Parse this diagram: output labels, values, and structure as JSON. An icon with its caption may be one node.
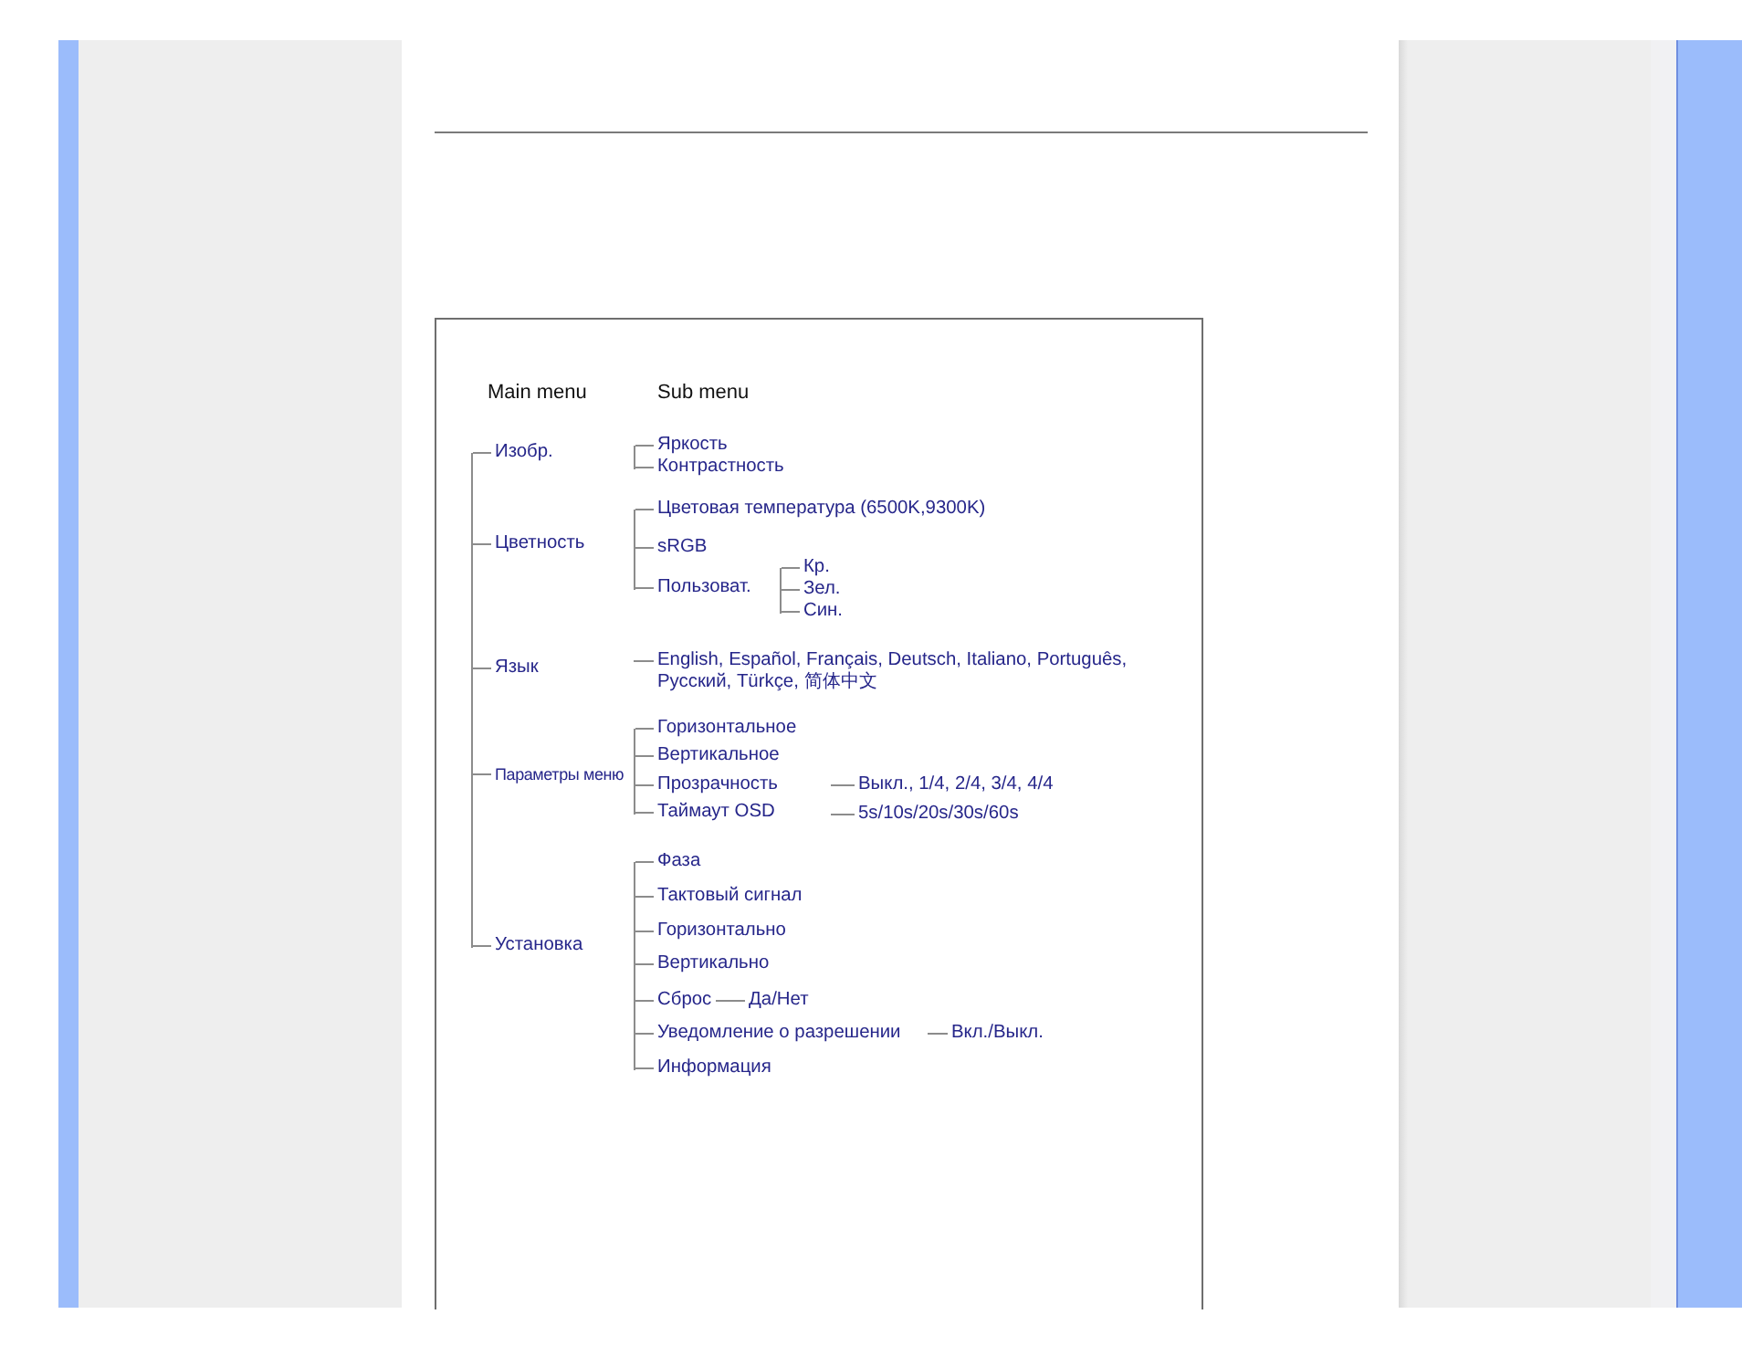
{
  "diagram": {
    "nodes": [
      {
        "text": [
          "Изобр."
        ]
      },
      {
        "text": [
          "Яркость"
        ]
      },
      {
        "text": [
          "Контрастность"
        ]
      },
      {
        "text": [
          "Цветность"
        ]
      },
      {
        "text": [
          "Цветовая температура (6500K,9300K)"
        ]
      },
      {
        "text": [
          "sRGB"
        ]
      },
      {
        "text": [
          "Пользоват."
        ]
      },
      {
        "text": [
          "Кр."
        ]
      },
      {
        "text": [
          "Зел."
        ]
      },
      {
        "text": [
          "Син."
        ]
      },
      {
        "text": [
          "Язык"
        ]
      },
      {
        "text": [
          "English, Español, Français, Deutsch, Italiano, Português, Русский, Türkçe, 简体中文"
        ]
      },
      {
        "text": [
          "Параметры меню"
        ]
      },
      {
        "text": [
          "Горизонтальное"
        ]
      },
      {
        "text": [
          "Вертикальное"
        ]
      },
      {
        "text": [
          "Прозрачность"
        ]
      },
      {
        "text": [
          "Выкл., 1/4, 2/4, 3/4, 4/4"
        ]
      },
      {
        "text": [
          "Таймаут OSD"
        ]
      },
      {
        "text": [
          "5s/10s/20s/30s/60s"
        ]
      },
      {
        "text": [
          "Установка"
        ]
      },
      {
        "text": [
          "Фаза"
        ]
      },
      {
        "text": [
          "Тактовый сигнал"
        ]
      },
      {
        "text": [
          "Горизонтально"
        ]
      },
      {
        "text": [
          "Вертикально"
        ]
      },
      {
        "text": [
          "Сброс"
        ]
      },
      {
        "text": [
          "Да/Нет"
        ]
      },
      {
        "text": [
          "Уведомление о разрешении"
        ]
      },
      {
        "text": [
          "Вкл./Выкл."
        ]
      },
      {
        "text": [
          "Информация"
        ]
      },
      {
        "text": [],
        "shape": "bar"
      },
      {
        "text": [],
        "shape": "bar"
      },
      {
        "text": [],
        "shape": "bar"
      },
      {
        "text": [],
        "shape": "bar"
      },
      {
        "text": [],
        "shape": "bar"
      },
      {
        "text": [],
        "shape": "bar"
      }
    ],
    "edges": [
      {
        "from": 29,
        "to": 0,
        "arrow": "none"
      },
      {
        "from": 30,
        "to": 1,
        "arrow": "none"
      },
      {
        "from": 30,
        "to": 2,
        "arrow": "none"
      },
      {
        "from": 29,
        "to": 3,
        "arrow": "none"
      },
      {
        "from": 31,
        "to": 4,
        "arrow": "none"
      },
      {
        "from": 31,
        "to": 5,
        "arrow": "none"
      },
      {
        "from": 31,
        "to": 6,
        "arrow": "none"
      },
      {
        "from": 32,
        "to": 7,
        "arrow": "none"
      },
      {
        "from": 32,
        "to": 8,
        "arrow": "none"
      },
      {
        "from": 32,
        "to": 9,
        "arrow": "none"
      },
      {
        "from": 29,
        "to": 10,
        "arrow": "none"
      },
      {
        "from": null,
        "to": 11,
        "arrow": "none"
      },
      {
        "from": 29,
        "to": 12,
        "arrow": "none"
      },
      {
        "from": 33,
        "to": 13,
        "arrow": "none"
      },
      {
        "from": 33,
        "to": 14,
        "arrow": "none"
      },
      {
        "from": 33,
        "to": 15,
        "arrow": "none"
      },
      {
        "from": null,
        "to": 16,
        "arrow": "none"
      },
      {
        "from": 33,
        "to": 17,
        "arrow": "none"
      },
      {
        "from": null,
        "to": 18,
        "arrow": "none"
      },
      {
        "from": 29,
        "to": 19,
        "arrow": "none"
      },
      {
        "from": 34,
        "to": 20,
        "arrow": "none"
      },
      {
        "from": 34,
        "to": 21,
        "arrow": "none"
      },
      {
        "from": 34,
        "to": 22,
        "arrow": "none"
      },
      {
        "from": 34,
        "to": 23,
        "arrow": "none"
      },
      {
        "from": 34,
        "to": 24,
        "arrow": "none"
      },
      {
        "from": 24,
        "to": 25,
        "arrow": "none"
      },
      {
        "from": 34,
        "to": 26,
        "arrow": "none"
      },
      {
        "from": null,
        "to": 27,
        "arrow": "none"
      },
      {
        "from": 34,
        "to": 28,
        "arrow": "none"
      }
    ],
    "labels": [
      "Main menu",
      "Sub menu"
    ]
  }
}
